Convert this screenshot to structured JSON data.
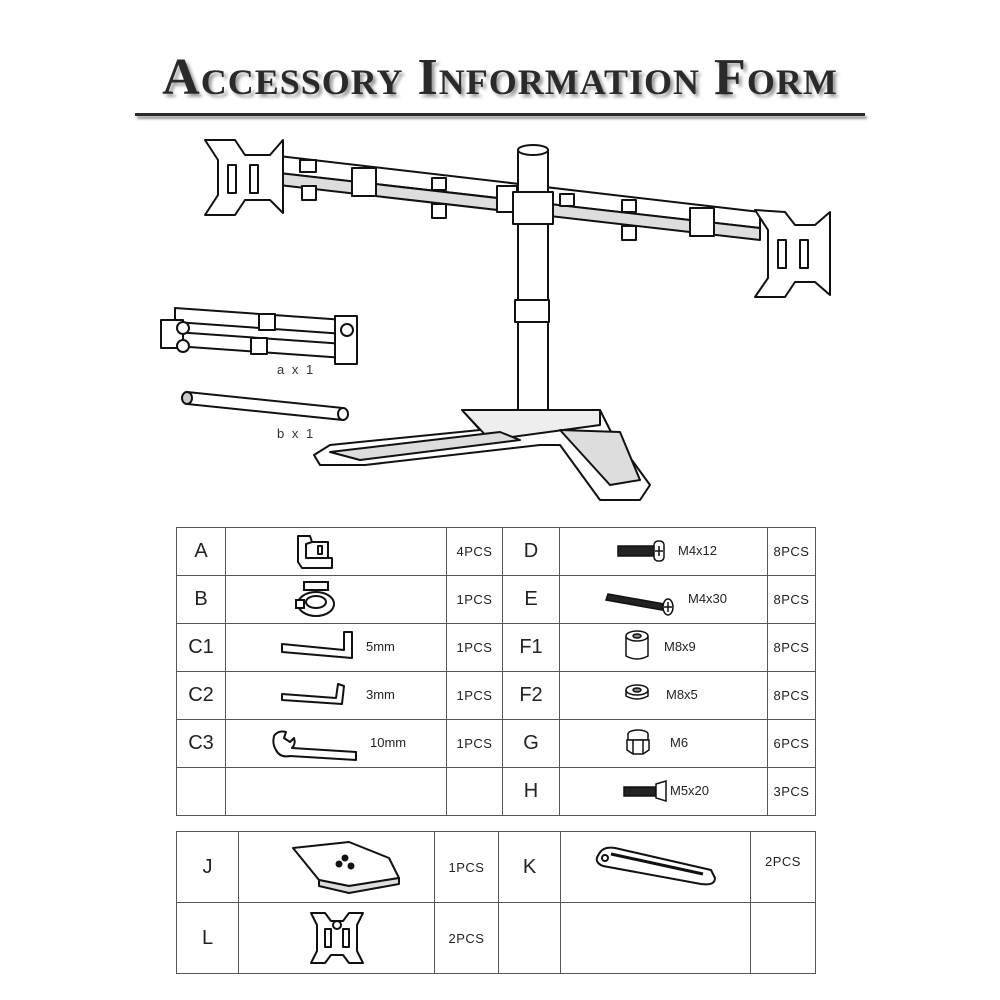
{
  "title": "Accessory Information Form",
  "illustration": {
    "part_a_label": "a x 1",
    "part_b_label": "b x 1"
  },
  "table1": {
    "left_rows": [
      {
        "letter": "A",
        "icon": "clip-icon",
        "size": "",
        "qty": "4PCS"
      },
      {
        "letter": "B",
        "icon": "collar-clamp-icon",
        "size": "",
        "qty": "1PCS"
      },
      {
        "letter": "C1",
        "icon": "hex-key-5mm-icon",
        "size": "5mm",
        "qty": "1PCS"
      },
      {
        "letter": "C2",
        "icon": "hex-key-3mm-icon",
        "size": "3mm",
        "qty": "1PCS"
      },
      {
        "letter": "C3",
        "icon": "wrench-icon",
        "size": "10mm",
        "qty": "1PCS"
      },
      {
        "letter": "",
        "icon": "",
        "size": "",
        "qty": ""
      }
    ],
    "right_rows": [
      {
        "letter": "D",
        "icon": "screw-short-icon",
        "size": "M4x12",
        "qty": "8PCS"
      },
      {
        "letter": "E",
        "icon": "screw-long-icon",
        "size": "M4x30",
        "qty": "8PCS"
      },
      {
        "letter": "F1",
        "icon": "spacer-tall-icon",
        "size": "M8x9",
        "qty": "8PCS"
      },
      {
        "letter": "F2",
        "icon": "washer-icon",
        "size": "M8x5",
        "qty": "8PCS"
      },
      {
        "letter": "G",
        "icon": "hex-nut-icon",
        "size": "M6",
        "qty": "6PCS"
      },
      {
        "letter": "H",
        "icon": "countersunk-screw-icon",
        "size": "M5x20",
        "qty": "3PCS"
      }
    ]
  },
  "table2": {
    "rows": [
      {
        "left_letter": "J",
        "left_icon": "base-plate-icon",
        "left_qty": "1PCS",
        "right_letter": "K",
        "right_icon": "base-leg-icon",
        "right_qty": "2PCS"
      },
      {
        "left_letter": "L",
        "left_icon": "vesa-plate-icon",
        "left_qty": "2PCS",
        "right_letter": "",
        "right_icon": "",
        "right_qty": ""
      }
    ]
  }
}
